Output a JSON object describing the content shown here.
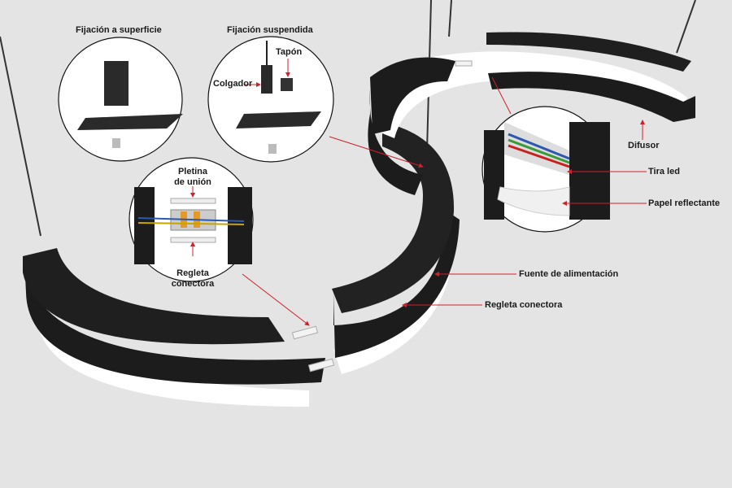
{
  "colors": {
    "background": "#e4e4e4",
    "callout": "#d0202a",
    "product": "#1c1c1c",
    "diffuser": "#ffffff"
  },
  "insets": {
    "surface_mount": {
      "title": "Fijación a superficie"
    },
    "suspended_mount": {
      "title": "Fijación suspendida",
      "cap": "Tapón",
      "hanger": "Colgador"
    },
    "joint": {
      "plate_line1": "Pletina",
      "plate_line2": "de unión",
      "connector_line1": "Regleta",
      "connector_line2": "conectora"
    },
    "led_detail": {
      "led_strip": "Tira led",
      "reflector": "Papel reflectante"
    }
  },
  "callouts": {
    "diffuser": "Difusor",
    "power_supply": "Fuente de alimentación",
    "connector_strip": "Regleta conectora"
  }
}
